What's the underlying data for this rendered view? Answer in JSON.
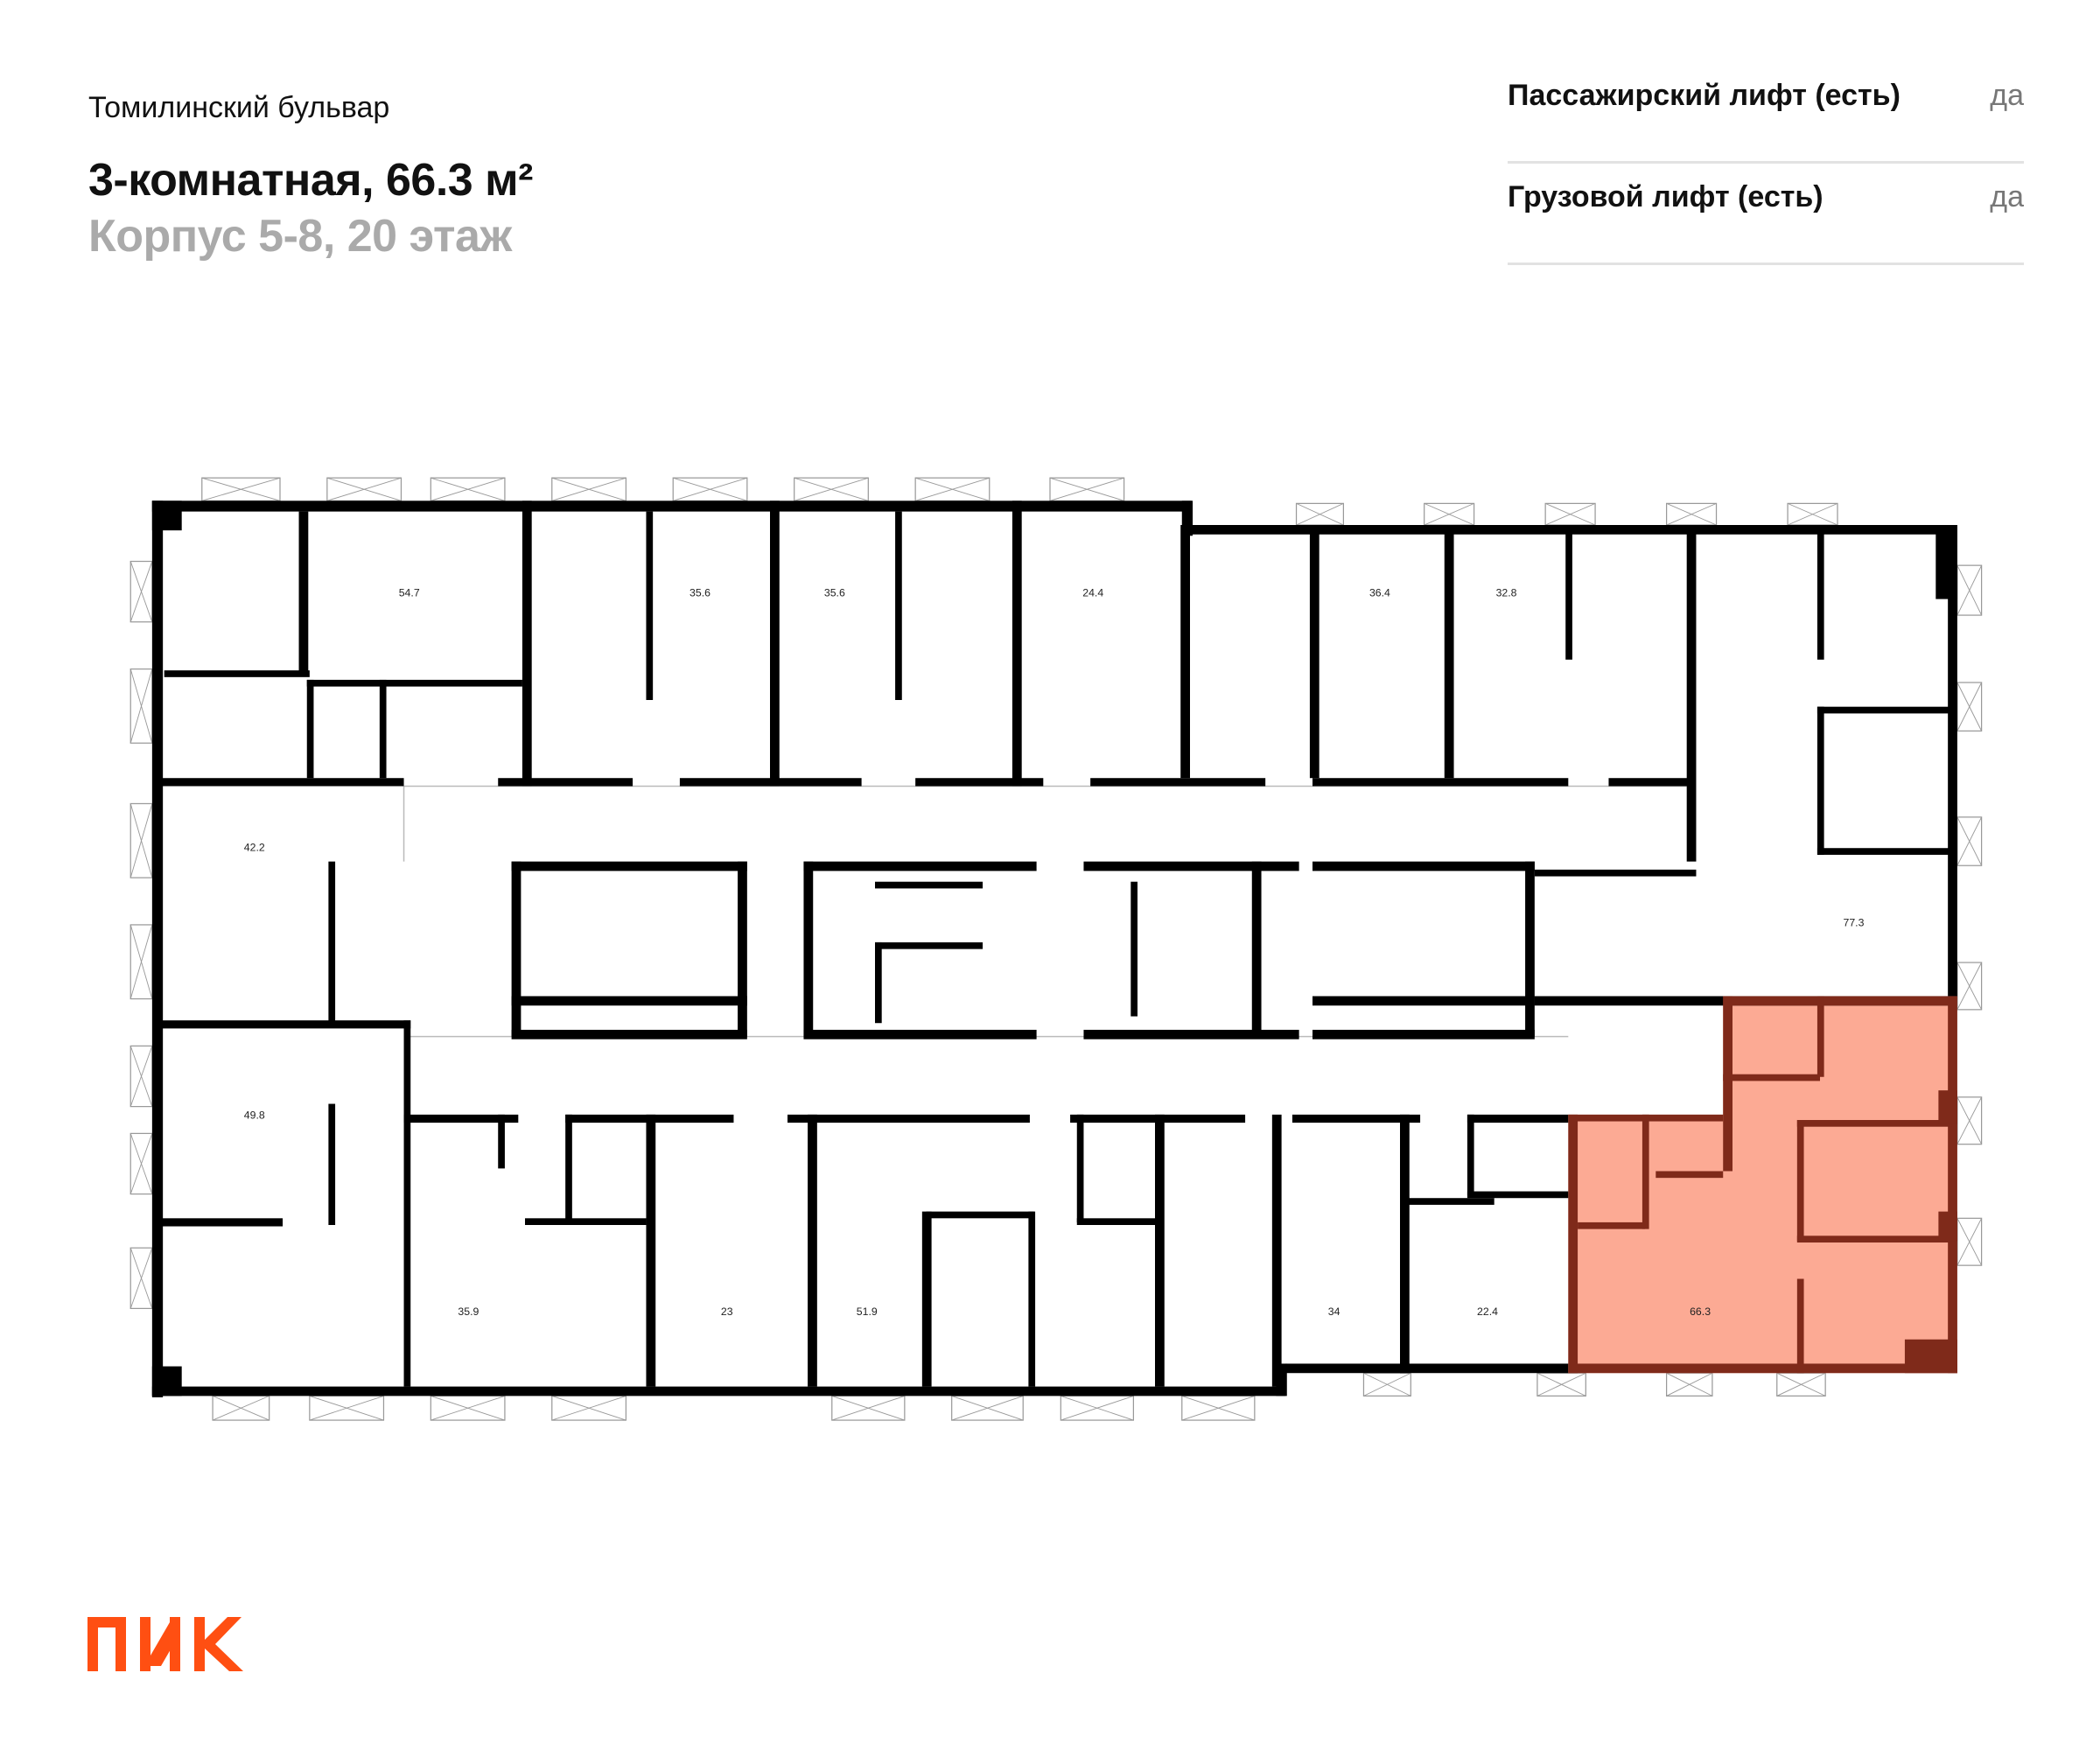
{
  "header": {
    "project": "Томилинский бульвар",
    "apartment_title": "3-комнатная, 66.3 м²",
    "building_floor": "Корпус 5-8, 20 этаж"
  },
  "features": [
    {
      "label": "Пассажирский лифт (есть)",
      "value": "да"
    },
    {
      "label": "Грузовой лифт (есть)",
      "value": "да"
    }
  ],
  "floor_plan": {
    "highlighted_apartment": "66.3",
    "highlight_fill": "#fca58e",
    "highlight_wall": "#7f2a1a",
    "wall_color": "#000000",
    "apartments": [
      {
        "area": "54.7"
      },
      {
        "area": "35.6"
      },
      {
        "area": "35.6"
      },
      {
        "area": "24.4"
      },
      {
        "area": "36.4"
      },
      {
        "area": "32.8"
      },
      {
        "area": "42.2"
      },
      {
        "area": "77.3"
      },
      {
        "area": "49.8"
      },
      {
        "area": "35.9"
      },
      {
        "area": "23"
      },
      {
        "area": "51.9"
      },
      {
        "area": "34"
      },
      {
        "area": "22.4"
      },
      {
        "area": "66.3"
      }
    ]
  },
  "logo": {
    "text": "ПИК",
    "color": "#ff4f12"
  }
}
